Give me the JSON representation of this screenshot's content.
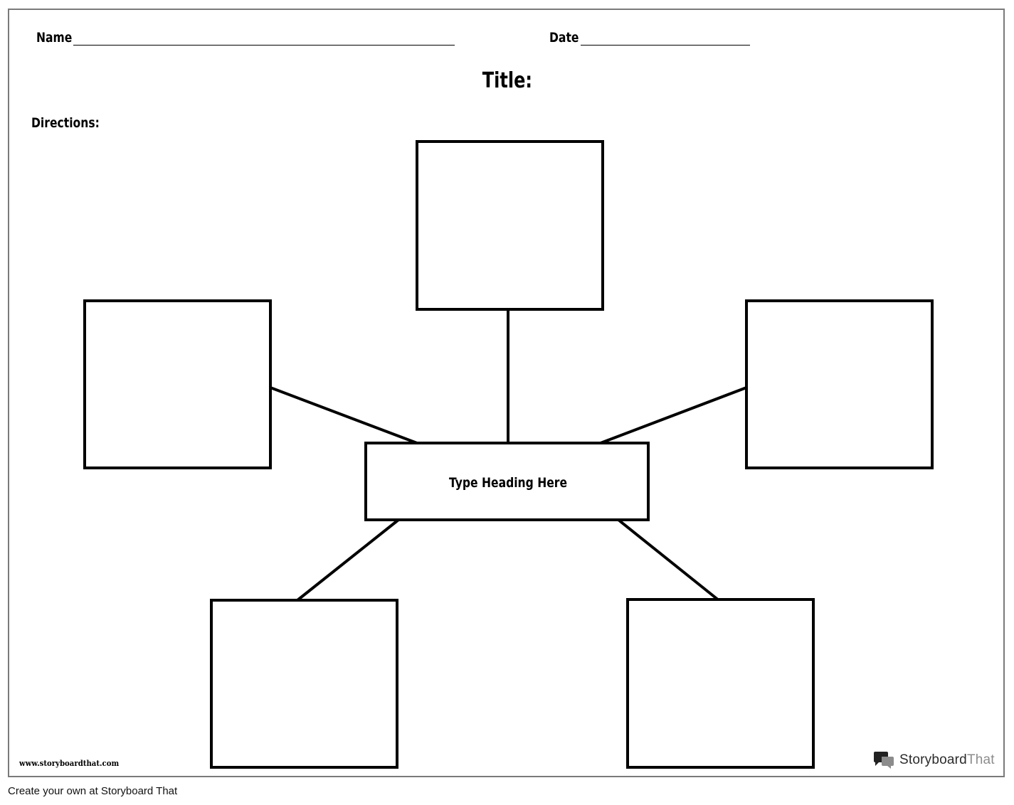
{
  "worksheet": {
    "name_label": "Name",
    "date_label": "Date",
    "title_label": "Title:",
    "directions_label": "Directions:",
    "center_heading": "Type Heading Here",
    "site_url": "www.storyboardthat.com"
  },
  "brand": {
    "logo_icon": "speech-bubbles-icon",
    "name_part1": "Storyboard",
    "name_part2": "That"
  },
  "footer": {
    "text": "Create your own at Storyboard That"
  },
  "colors": {
    "ink": "#000000",
    "sheet_border": "#7a7a7a",
    "brand_dark": "#2b2b2b",
    "brand_light": "#8c8c8c"
  }
}
